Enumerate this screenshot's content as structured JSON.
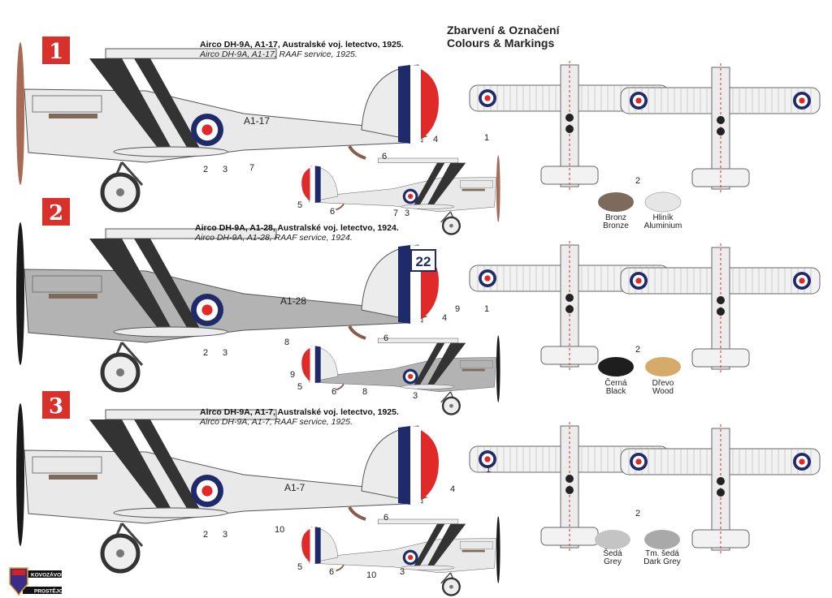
{
  "header": {
    "title_cz": "Zbarvení & Označení",
    "title_en": "Colours & Markings"
  },
  "colors": {
    "red": "#e02a2a",
    "blue": "#1f2a6b",
    "white": "#ffffff",
    "aluminium": "#e8e8e8",
    "grey": "#b0b0b0"
  },
  "schemes": [
    {
      "number": "1",
      "title_cz": "Airco DH-9A, A1-17, Australské voj. letectvo, 1925.",
      "title_en": "Airco DH-9A, A1-17, RAAF service, 1925.",
      "serial": "A1-17",
      "code": "",
      "fuselage_color": "#e9e9e9",
      "propeller_color": "#a86a55",
      "callouts_large": [
        "2",
        "3",
        "7",
        "6",
        "4"
      ],
      "callouts_small": [
        "5",
        "6",
        "7",
        "3"
      ],
      "callouts_plan": [
        "1",
        "2"
      ]
    },
    {
      "number": "2",
      "title_cz": "Airco DH-9A, A1-28, Australské voj. letectvo, 1924.",
      "title_en": "Airco DH-9A, A1-28, RAAF service, 1924.",
      "serial": "A1-28",
      "code": "22",
      "fuselage_color": "#b3b3b3",
      "propeller_color": "#1a1a1a",
      "callouts_large": [
        "2",
        "3",
        "8",
        "6",
        "4",
        "9"
      ],
      "callouts_small": [
        "9",
        "5",
        "6",
        "8",
        "3"
      ],
      "callouts_plan": [
        "1",
        "2"
      ]
    },
    {
      "number": "3",
      "title_cz": "Airco DH-9A, A1-7, Australské voj. letectvo, 1925.",
      "title_en": "Airco DH-9A, A1-7, RAAF service, 1925.",
      "serial": "A1-7",
      "code": "",
      "fuselage_color": "#e9e9e9",
      "propeller_color": "#1a1a1a",
      "callouts_large": [
        "2",
        "3",
        "10",
        "6",
        "4"
      ],
      "callouts_small": [
        "5",
        "6",
        "10",
        "3"
      ],
      "callouts_plan": [
        "1",
        "2"
      ]
    }
  ],
  "swatches": [
    {
      "cz": "Bronz",
      "en": "Bronze",
      "color": "#7d6a5b"
    },
    {
      "cz": "Hliník",
      "en": "Aluminium",
      "color": "#e6e6e6"
    },
    {
      "cz": "Černá",
      "en": "Black",
      "color": "#1e1e1e"
    },
    {
      "cz": "Dřevo",
      "en": "Wood",
      "color": "#d6ab6a"
    },
    {
      "cz": "Šedá",
      "en": "Grey",
      "color": "#c4c4c4"
    },
    {
      "cz": "Tm. šedá",
      "en": "Dark Grey",
      "color": "#a9a9a9"
    }
  ],
  "logo": {
    "line1": "KOVOZÁVODY",
    "line2": "PROSTĚJOV"
  }
}
